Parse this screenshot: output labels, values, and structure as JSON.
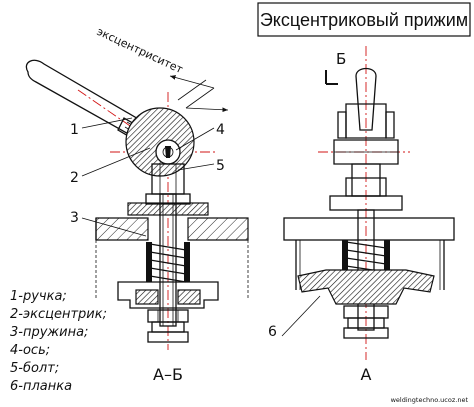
{
  "title": "Эксцентриковый прижим",
  "dimension_label": "эксцентриситет",
  "section_marks": {
    "top": "Б",
    "left_view": "А–Б",
    "right_view": "А"
  },
  "callouts": [
    "1",
    "2",
    "3",
    "4",
    "5",
    "6"
  ],
  "legend": [
    "1-ручка;",
    "2-эксцентрик;",
    "3-пружина;",
    "4-ось;",
    "5-болт;",
    "6-планка"
  ],
  "watermark": "weldingtechno.ucoz.net"
}
